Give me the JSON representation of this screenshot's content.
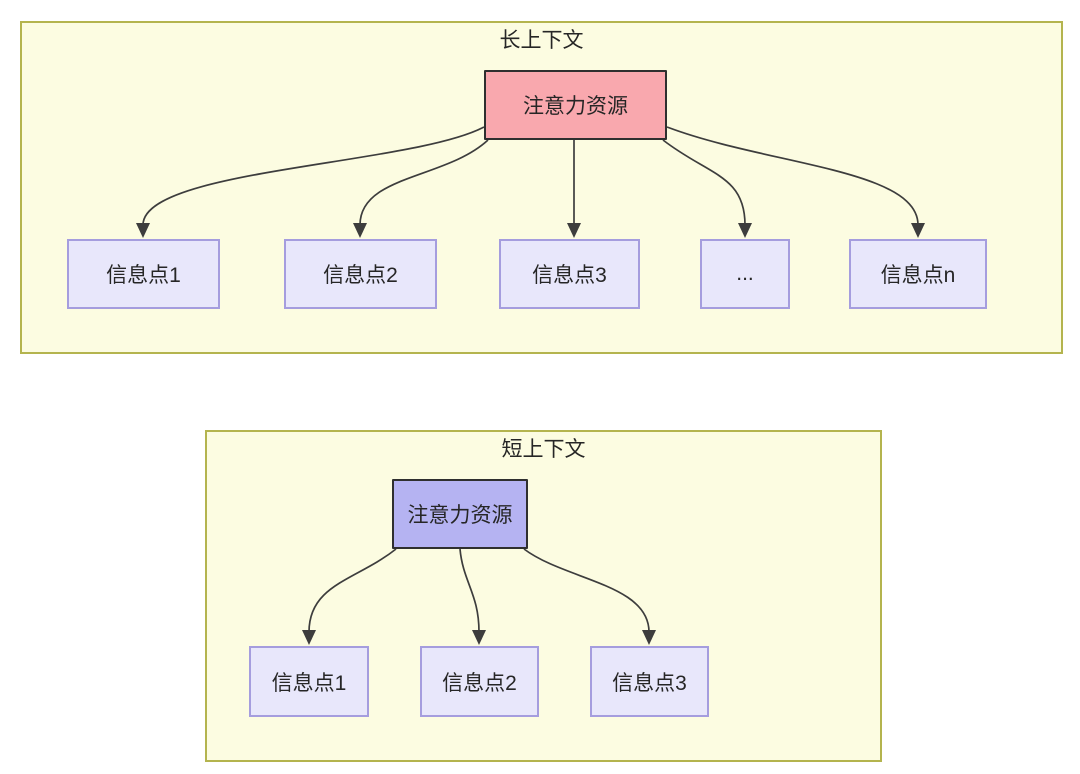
{
  "panels": {
    "long": {
      "title": "长上下文",
      "attention_label": "注意力资源",
      "nodes": [
        {
          "label": "信息点1"
        },
        {
          "label": "信息点2"
        },
        {
          "label": "信息点3"
        },
        {
          "label": "..."
        },
        {
          "label": "信息点n"
        }
      ]
    },
    "short": {
      "title": "短上下文",
      "attention_label": "注意力资源",
      "nodes": [
        {
          "label": "信息点1"
        },
        {
          "label": "信息点2"
        },
        {
          "label": "信息点3"
        }
      ]
    }
  },
  "colors": {
    "panel-bg": "#fcfce1",
    "panel-border": "#b4b44e",
    "attention-long-fill": "#f9a8ae",
    "attention-short-fill": "#b5b3f2",
    "attention-border": "#2f2f2f",
    "node-fill": "#e8e7fb",
    "node-border": "#a59dde",
    "edge-stroke": "#3d3d3d",
    "text": "#262626",
    "canvas-bg": "#ffffff"
  }
}
